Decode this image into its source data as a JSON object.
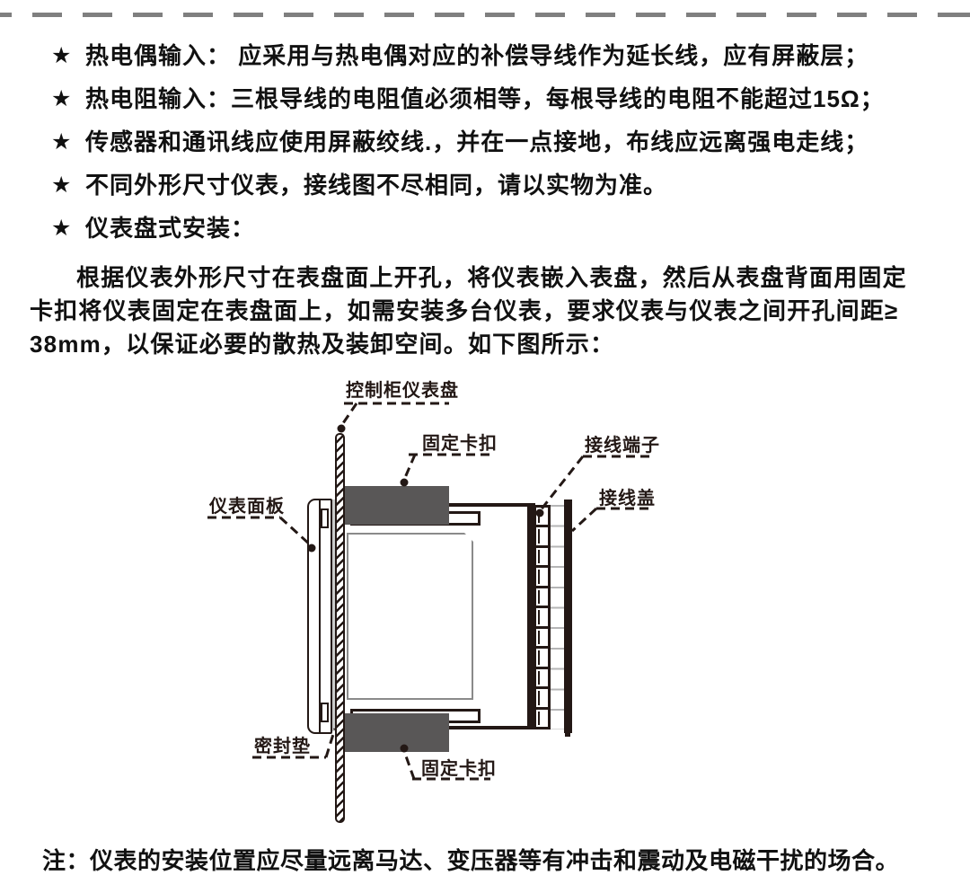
{
  "page": {
    "bullets": [
      {
        "marker": "★",
        "text": "热电偶输入： 应采用与热电偶对应的补偿导线作为延长线，应有屏蔽层；"
      },
      {
        "marker": "★",
        "text": "热电阻输入：三根导线的电阻值必须相等，每根导线的电阻不能超过15Ω；"
      },
      {
        "marker": "★",
        "text": "传感器和通讯线应使用屏蔽绞线.，并在一点接地，布线应远离强电走线；"
      },
      {
        "marker": "★",
        "text": "不同外形尺寸仪表，接线图不尽相同，请以实物为准。"
      },
      {
        "marker": "★",
        "text": "仪表盘式安装："
      }
    ],
    "paragraph_lines": [
      "根据仪表外形尺寸在表盘面上开孔，将仪表嵌入表盘，然后从表盘背面用固定",
      "卡扣将仪表固定在表盘面上，如需安装多台仪表，要求仪表与仪表之间开孔间距≥",
      "38mm，以保证必要的散热及装卸空间。如下图所示："
    ],
    "note": "注：仪表的安装位置应尽量远离马达、变压器等有冲击和震动及电磁干扰的场合。",
    "diagram": {
      "labels": {
        "panel": "控制柜仪表盘",
        "clip_top": "固定卡扣",
        "terminal": "接线端子",
        "cover": "接线盖",
        "front_panel": "仪表面板",
        "gasket": "密封垫",
        "clip_bottom": "固定卡扣"
      },
      "terminal_cell_count": 11,
      "colors": {
        "diagram_line": "#231815",
        "clip_fill": "#595757",
        "gasket_fill": "#c9caca",
        "inner_body_outline": "#8a8a8a",
        "terminal_divider": "#b5b5b6",
        "page_border_dash": "#7f7f7f",
        "text": "#111111"
      }
    }
  }
}
